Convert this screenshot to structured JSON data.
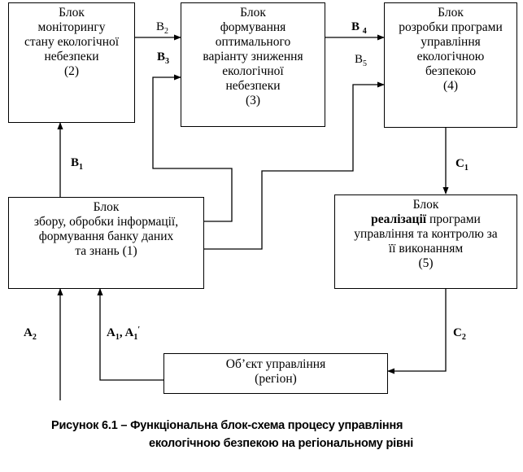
{
  "blocks": {
    "b2": {
      "lines": [
        "Блок",
        "моніторингу",
        "стану екологічної",
        "небезпеки",
        "(2)"
      ]
    },
    "b3": {
      "lines": [
        "Блок",
        "формування",
        "оптимального",
        "варіанту зниження",
        "екологічної",
        "небезпеки",
        "(3)"
      ]
    },
    "b4": {
      "lines": [
        "Блок",
        "розробки програми",
        "управління",
        "екологічною",
        "безпекою",
        "(4)"
      ]
    },
    "b1": {
      "lines": [
        "Блок",
        "збору, обробки інформації,",
        "формування банку даних",
        "та знань (1)"
      ]
    },
    "b5": {
      "line1": "Блок",
      "line2_bold": "реалізації",
      "line2_rest": " програми",
      "line3": "управління та контролю за",
      "line4": "її виконанням",
      "line5": "(5)"
    },
    "obj": {
      "lines": [
        "Об’єкт управління",
        "(регіон)"
      ]
    }
  },
  "labels": {
    "B1": {
      "main": "B",
      "sub": "1"
    },
    "B2": {
      "main": "B",
      "sub": "2"
    },
    "B3": {
      "main": "B",
      "sub": "3"
    },
    "B4": {
      "main": "B",
      "sub": "4"
    },
    "B5": {
      "main": "B",
      "sub": "5"
    },
    "C1": {
      "main": "C",
      "sub": "1"
    },
    "C2": {
      "main": "C",
      "sub": "2"
    },
    "A2": {
      "main": "A",
      "sub": "2"
    },
    "A1": {
      "main1": "A",
      "sub1": "1",
      "sep": ", ",
      "main2": "A",
      "sub2": "1",
      "sup2": "′"
    }
  },
  "caption": {
    "line1": "Рисунок 6.1 – Функціональна блок-схема процесу управління",
    "line2": "екологічною безпекою на регіональному рівні"
  }
}
